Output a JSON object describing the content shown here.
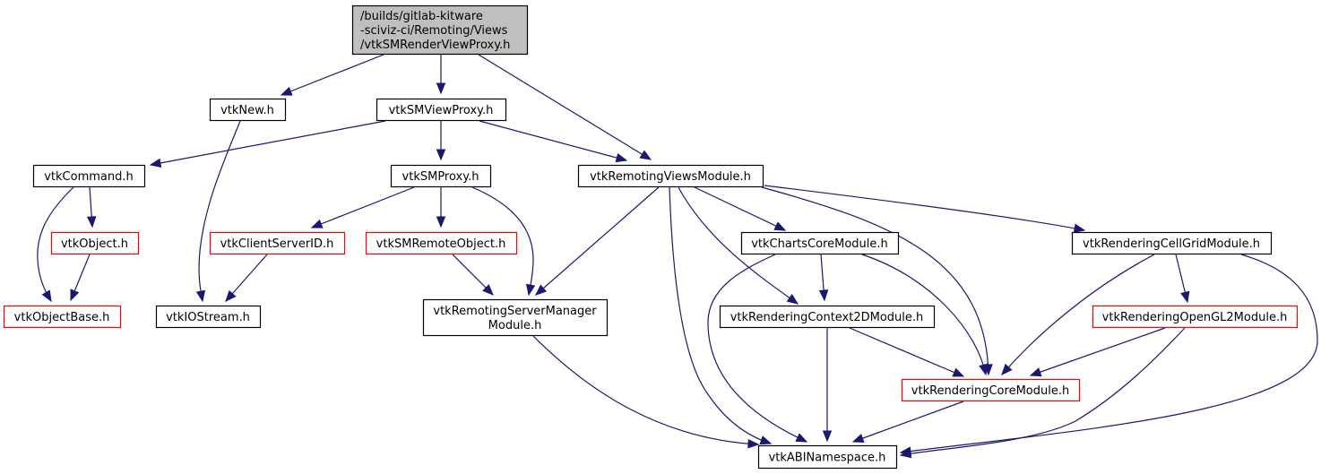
{
  "diagram": {
    "type": "include-dependency-graph",
    "colors": {
      "edge": "#191970",
      "root_fill": "#bfbfbf",
      "node_fill": "#ffffff",
      "node_border": "#000000",
      "node_border_undocumented": "#ff0000"
    },
    "nodes": [
      {
        "id": "root",
        "lines": [
          "/builds/gitlab-kitware",
          "-sciviz-ci/Remoting/Views",
          "/vtkSMRenderViewProxy.h"
        ],
        "style": "root"
      },
      {
        "id": "vtkNew",
        "lines": [
          "vtkNew.h"
        ],
        "style": "normal"
      },
      {
        "id": "vtkSMViewProxy",
        "lines": [
          "vtkSMViewProxy.h"
        ],
        "style": "normal"
      },
      {
        "id": "vtkCommand",
        "lines": [
          "vtkCommand.h"
        ],
        "style": "normal"
      },
      {
        "id": "vtkSMProxy",
        "lines": [
          "vtkSMProxy.h"
        ],
        "style": "normal"
      },
      {
        "id": "vtkRemotingViewsModule",
        "lines": [
          "vtkRemotingViewsModule.h"
        ],
        "style": "normal"
      },
      {
        "id": "vtkObject",
        "lines": [
          "vtkObject.h"
        ],
        "style": "red"
      },
      {
        "id": "vtkClientServerID",
        "lines": [
          "vtkClientServerID.h"
        ],
        "style": "red"
      },
      {
        "id": "vtkSMRemoteObject",
        "lines": [
          "vtkSMRemoteObject.h"
        ],
        "style": "red"
      },
      {
        "id": "vtkChartsCoreModule",
        "lines": [
          "vtkChartsCoreModule.h"
        ],
        "style": "normal"
      },
      {
        "id": "vtkRenderingCellGridModule",
        "lines": [
          "vtkRenderingCellGridModule.h"
        ],
        "style": "normal"
      },
      {
        "id": "vtkObjectBase",
        "lines": [
          "vtkObjectBase.h"
        ],
        "style": "red"
      },
      {
        "id": "vtkIOStream",
        "lines": [
          "vtkIOStream.h"
        ],
        "style": "normal"
      },
      {
        "id": "vtkRemotingServerManagerModule",
        "lines": [
          "vtkRemotingServerManager",
          "Module.h"
        ],
        "style": "normal"
      },
      {
        "id": "vtkRenderingContext2DModule",
        "lines": [
          "vtkRenderingContext2DModule.h"
        ],
        "style": "normal"
      },
      {
        "id": "vtkRenderingOpenGL2Module",
        "lines": [
          "vtkRenderingOpenGL2Module.h"
        ],
        "style": "red"
      },
      {
        "id": "vtkRenderingCoreModule",
        "lines": [
          "vtkRenderingCoreModule.h"
        ],
        "style": "red"
      },
      {
        "id": "vtkABINamespace",
        "lines": [
          "vtkABINamespace.h"
        ],
        "style": "normal"
      }
    ],
    "edges": [
      {
        "from": "root",
        "to": "vtkNew"
      },
      {
        "from": "root",
        "to": "vtkSMViewProxy"
      },
      {
        "from": "root",
        "to": "vtkRemotingViewsModule"
      },
      {
        "from": "vtkNew",
        "to": "vtkIOStream"
      },
      {
        "from": "vtkSMViewProxy",
        "to": "vtkCommand"
      },
      {
        "from": "vtkSMViewProxy",
        "to": "vtkSMProxy"
      },
      {
        "from": "vtkSMViewProxy",
        "to": "vtkRemotingViewsModule"
      },
      {
        "from": "vtkCommand",
        "to": "vtkObject"
      },
      {
        "from": "vtkCommand",
        "to": "vtkObjectBase"
      },
      {
        "from": "vtkObject",
        "to": "vtkObjectBase"
      },
      {
        "from": "vtkSMProxy",
        "to": "vtkClientServerID"
      },
      {
        "from": "vtkSMProxy",
        "to": "vtkSMRemoteObject"
      },
      {
        "from": "vtkSMProxy",
        "to": "vtkRemotingServerManagerModule"
      },
      {
        "from": "vtkClientServerID",
        "to": "vtkIOStream"
      },
      {
        "from": "vtkSMRemoteObject",
        "to": "vtkRemotingServerManagerModule"
      },
      {
        "from": "vtkRemotingViewsModule",
        "to": "vtkRemotingServerManagerModule"
      },
      {
        "from": "vtkRemotingViewsModule",
        "to": "vtkABINamespace"
      },
      {
        "from": "vtkRemotingViewsModule",
        "to": "vtkChartsCoreModule"
      },
      {
        "from": "vtkRemotingViewsModule",
        "to": "vtkRenderingContext2DModule"
      },
      {
        "from": "vtkRemotingViewsModule",
        "to": "vtkRenderingCoreModule"
      },
      {
        "from": "vtkRemotingViewsModule",
        "to": "vtkRenderingCellGridModule"
      },
      {
        "from": "vtkRemotingServerManagerModule",
        "to": "vtkABINamespace"
      },
      {
        "from": "vtkChartsCoreModule",
        "to": "vtkRenderingContext2DModule"
      },
      {
        "from": "vtkChartsCoreModule",
        "to": "vtkRenderingCoreModule"
      },
      {
        "from": "vtkChartsCoreModule",
        "to": "vtkABINamespace"
      },
      {
        "from": "vtkRenderingContext2DModule",
        "to": "vtkRenderingCoreModule"
      },
      {
        "from": "vtkRenderingContext2DModule",
        "to": "vtkABINamespace"
      },
      {
        "from": "vtkRenderingCellGridModule",
        "to": "vtkRenderingCoreModule"
      },
      {
        "from": "vtkRenderingCellGridModule",
        "to": "vtkRenderingOpenGL2Module"
      },
      {
        "from": "vtkRenderingCellGridModule",
        "to": "vtkABINamespace"
      },
      {
        "from": "vtkRenderingOpenGL2Module",
        "to": "vtkRenderingCoreModule"
      },
      {
        "from": "vtkRenderingOpenGL2Module",
        "to": "vtkABINamespace"
      },
      {
        "from": "vtkRenderingCoreModule",
        "to": "vtkABINamespace"
      }
    ]
  }
}
